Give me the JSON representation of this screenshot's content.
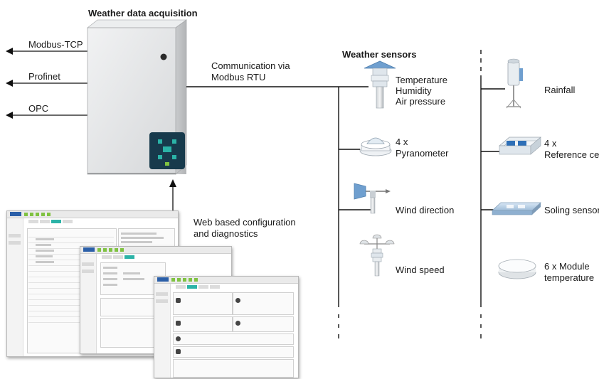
{
  "title": "Weather data acquisition",
  "outputs": [
    "Modbus-TCP",
    "Profinet",
    "OPC"
  ],
  "communication": {
    "line1": "Communication via",
    "line2": "Modbus RTU"
  },
  "web_config": {
    "line1": "Web based configuration",
    "line2": "and diagnostics"
  },
  "sensors_heading": "Weather sensors",
  "sensors_left": {
    "temp": [
      "Temperature",
      "Humidity",
      "Air pressure"
    ],
    "pyranometer": [
      "4 x",
      "Pyranometer"
    ],
    "wind_direction": "Wind direction",
    "wind_speed": "Wind speed"
  },
  "sensors_right": {
    "rainfall": "Rainfall",
    "reference_cell": [
      "4 x",
      "Reference cell"
    ],
    "soiling": "Soling sensor",
    "module_temp": [
      "6 x Module",
      "temperature"
    ]
  },
  "colors": {
    "accent_teal": "#2bb3a7",
    "accent_green": "#7fc241",
    "cabinet": "#e4e5e6"
  }
}
